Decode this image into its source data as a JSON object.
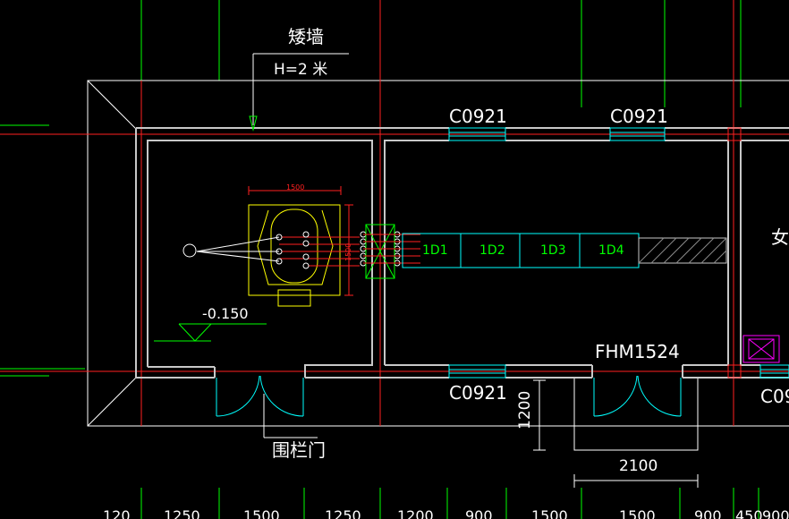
{
  "annotations": {
    "low_wall": "矮墙",
    "height": "H=2  米",
    "fence_door": "围栏门",
    "level": "-0.150",
    "door_code": "FHM1524",
    "dim_1200": "1200",
    "dim_2100": "2100",
    "equip_dim": "1500",
    "equip_dim_v": "1500",
    "side_text": "女"
  },
  "windows": {
    "top_left": "C0921",
    "top_right": "C0921",
    "bottom_mid": "C0921",
    "bottom_right": "C09"
  },
  "cabinets": [
    "1D1",
    "1D2",
    "1D3",
    "1D4"
  ],
  "dimensions_bottom": [
    "120",
    "1250",
    "1500",
    "1250",
    "1200",
    "900",
    "1500",
    "1500",
    "900",
    "450",
    "900"
  ],
  "colors": {
    "background": "#000000",
    "wall": "#c8c8c8",
    "grid_red": "#ff2020",
    "green": "#00ff00",
    "cyan": "#00ffff",
    "yellow": "#ffff00",
    "white": "#ffffff",
    "magenta": "#ff00ff"
  }
}
